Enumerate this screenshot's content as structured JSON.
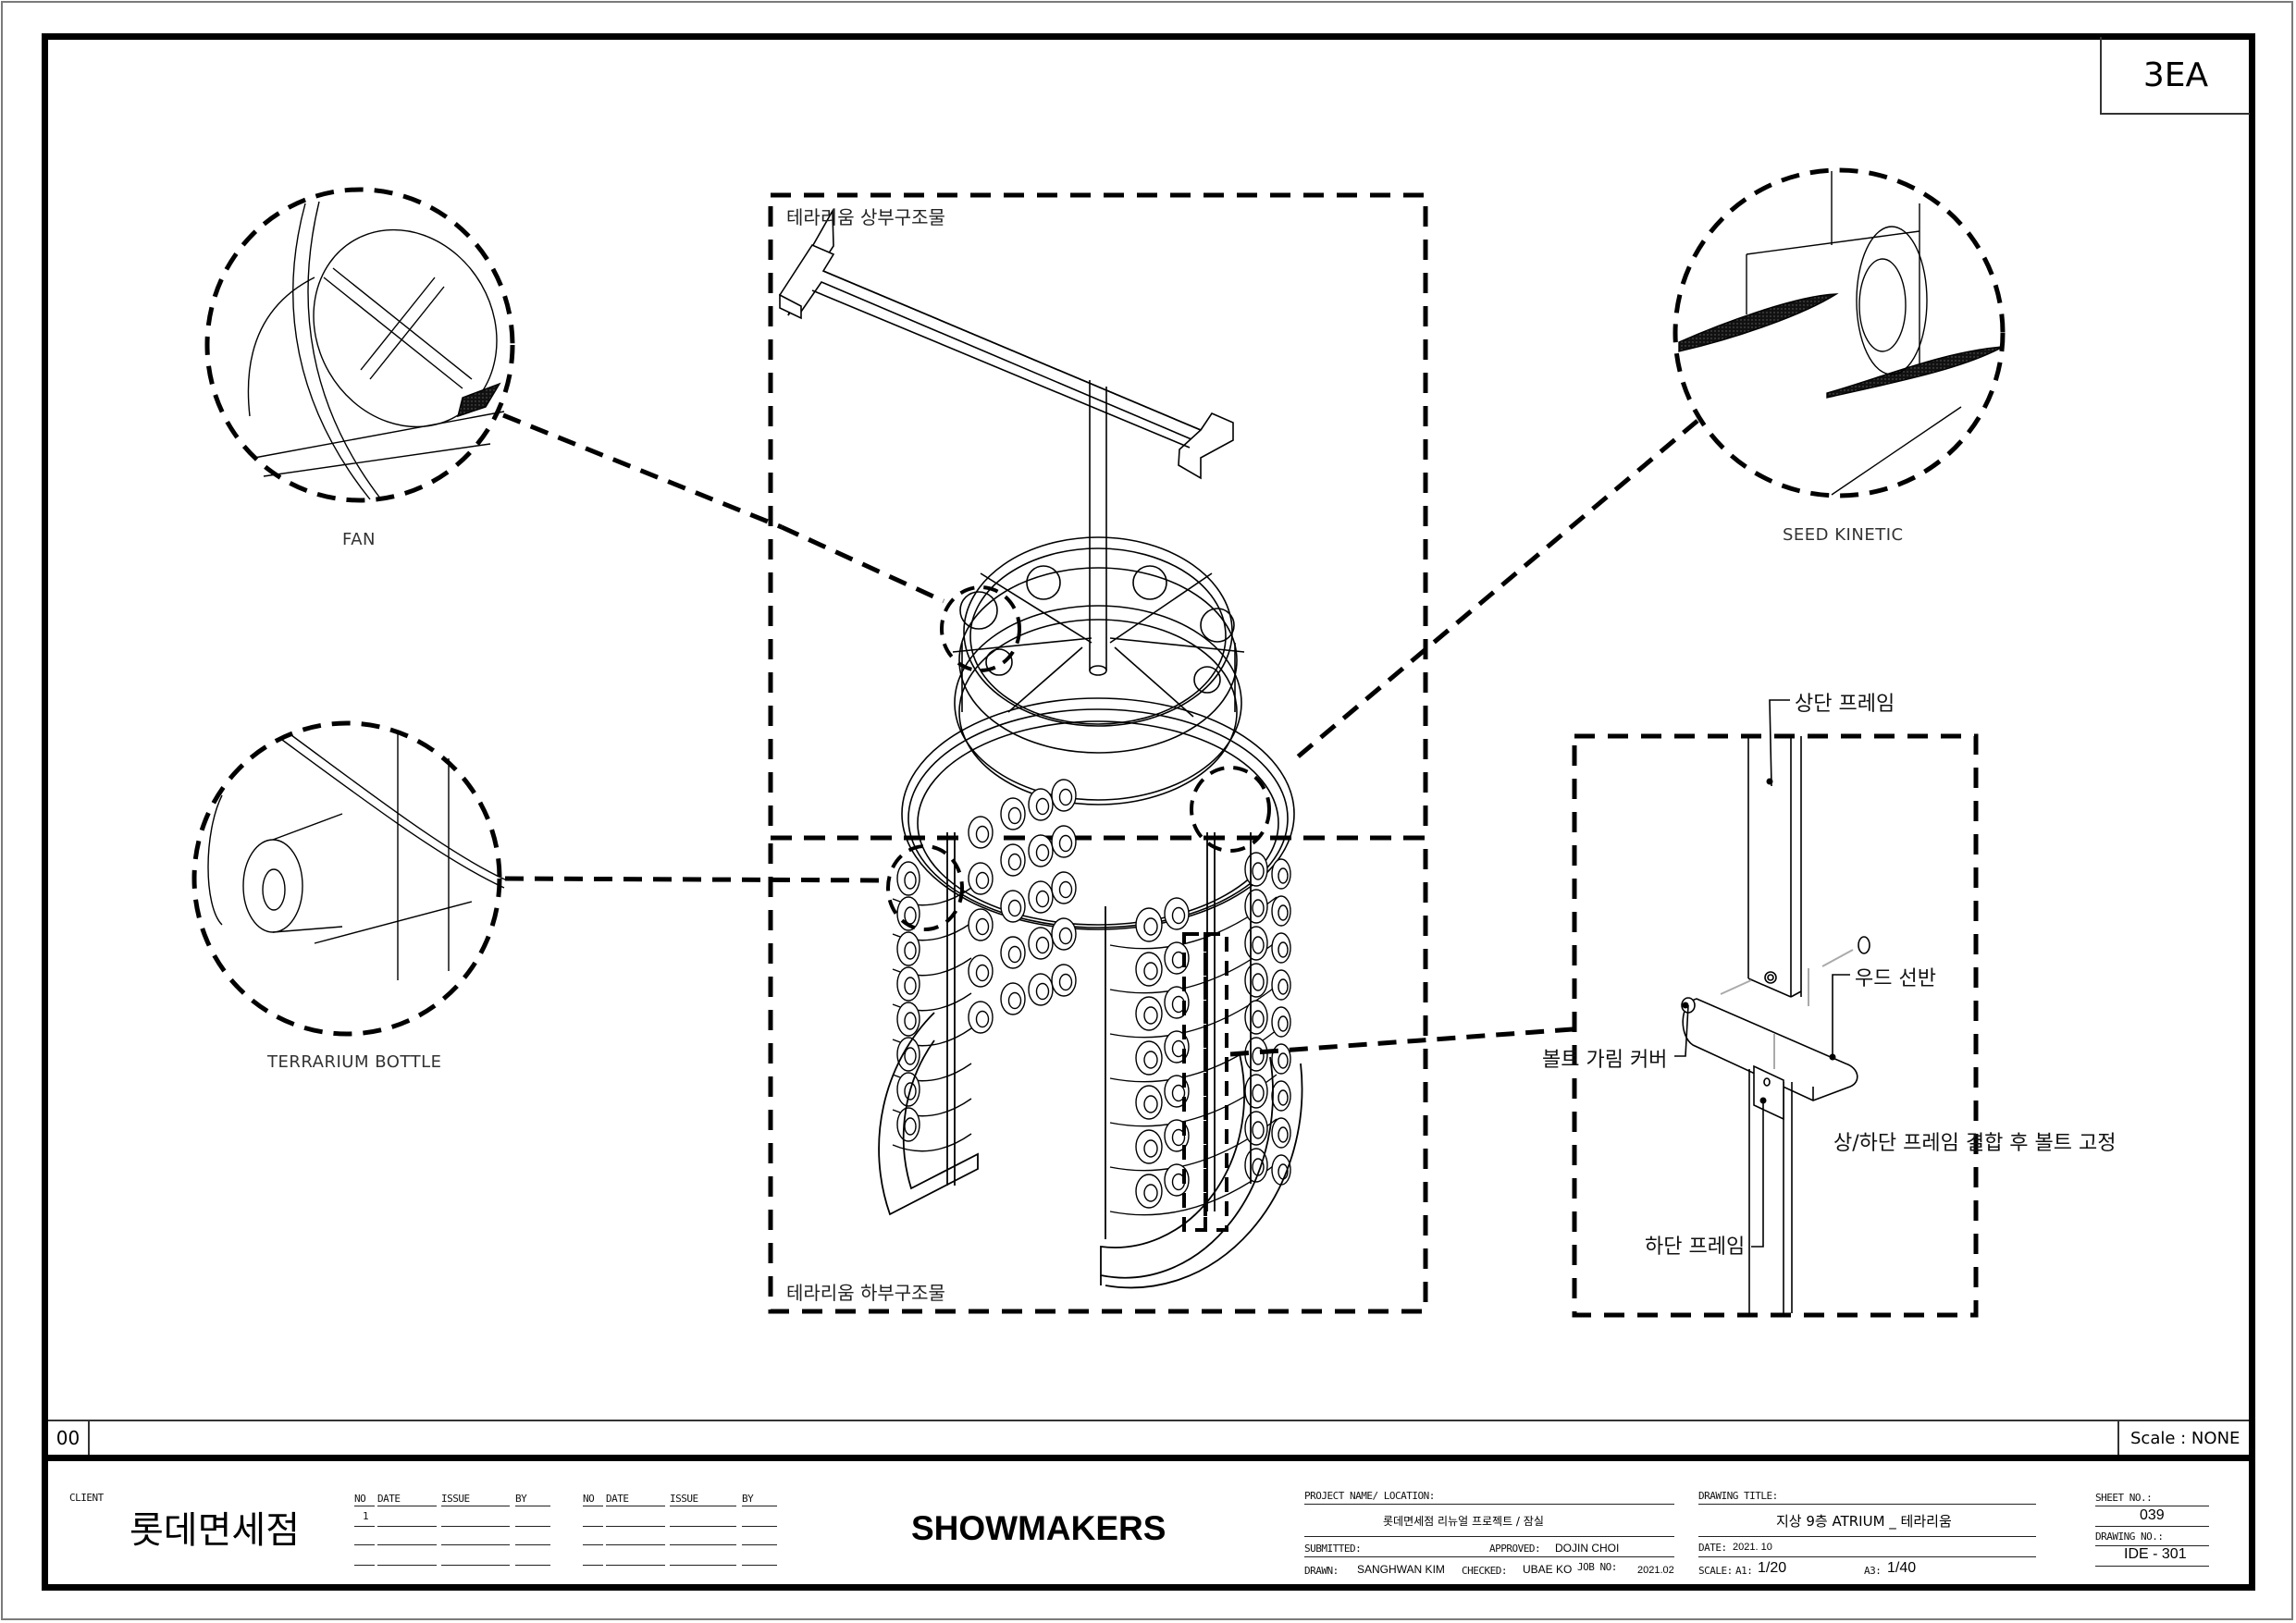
{
  "sheet": {
    "quantity": "3EA",
    "revision_no": "00",
    "scale_note": "Scale : NONE"
  },
  "drawing": {
    "upper_section_label": "테라리움 상부구조물",
    "lower_section_label": "테라리움 하부구조물",
    "details": [
      {
        "id": "fan",
        "caption": "FAN"
      },
      {
        "id": "seed-kinetic",
        "caption": "SEED KINETIC"
      },
      {
        "id": "terrarium-bottle",
        "caption": "TERRARIUM BOTTLE"
      }
    ],
    "joint_detail": {
      "upper_frame": "상단 프레임",
      "wood_shelf": "우드 선반",
      "bolt_cover": "볼트 가림 커버",
      "joining_note": "상/하단 프레임 결합 후 볼트 고정",
      "lower_frame": "하단 프레임"
    }
  },
  "title_block": {
    "client_label": "CLIENT",
    "client_name": "롯데면세점",
    "revision_table": {
      "headers": [
        "NO",
        "DATE",
        "ISSUE",
        "BY"
      ],
      "rows": [
        [
          "1",
          "",
          "",
          ""
        ],
        [
          "",
          "",
          "",
          ""
        ],
        [
          "",
          "",
          "",
          ""
        ]
      ]
    },
    "revision_table_2": {
      "headers": [
        "NO",
        "DATE",
        "ISSUE",
        "BY"
      ],
      "rows": [
        [
          "",
          "",
          "",
          ""
        ],
        [
          "",
          "",
          "",
          ""
        ],
        [
          "",
          "",
          "",
          ""
        ]
      ]
    },
    "company": "SHOWMAKERS",
    "project_label": "PROJECT NAME/ LOCATION:",
    "project_value": "롯데면세점 리뉴얼 프로젝트 / 잠실",
    "submitted_label": "SUBMITTED:",
    "approved_label": "APPROVED:",
    "approved_value": "DOJIN CHOI",
    "drawn_label": "DRAWN:",
    "drawn_value": "SANGHWAN KIM",
    "checked_label": "CHECKED:",
    "checked_value": "UBAE KO",
    "job_label": "JOB NO:",
    "job_value": "2021.02",
    "drawing_title_label": "DRAWING TITLE:",
    "drawing_title_value": "지상 9층 ATRIUM _ 테라리움",
    "date_label": "DATE:",
    "date_value": "2021. 10",
    "scale_label": "SCALE:",
    "scale_a1_label": "A1:",
    "scale_a1_value": "1/20",
    "scale_a3_label": "A3:",
    "scale_a3_value": "1/40",
    "sheet_no_label": "SHEET NO.:",
    "sheet_no_value": "039",
    "drawing_no_label": "DRAWING NO.:",
    "drawing_no_value": "IDE - 301"
  }
}
